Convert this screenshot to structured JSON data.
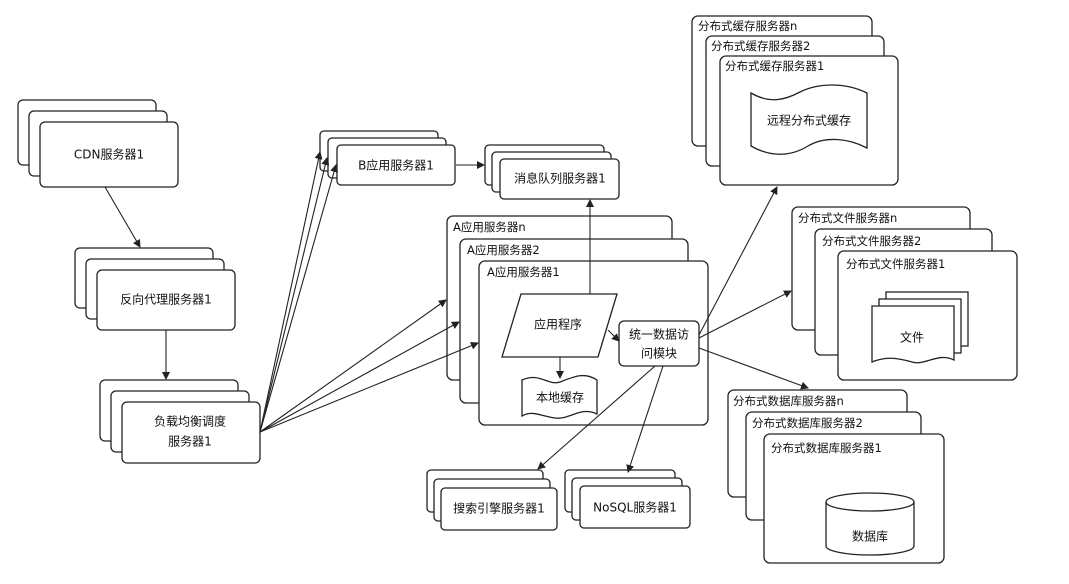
{
  "nodes": {
    "cdn": "CDN服务器1",
    "reverse_proxy": "反向代理服务器1",
    "load_balancer_line1": "负载均衡调度",
    "load_balancer_line2": "服务器1",
    "b_app": "B应用服务器1",
    "message_queue": "消息队列服务器1",
    "a_app_n": "A应用服务器n",
    "a_app_2": "A应用服务器2",
    "a_app_1": "A应用服务器1",
    "application": "应用程序",
    "local_cache": "本地缓存",
    "data_access_line1": "统一数据访",
    "data_access_line2": "问模块",
    "cache_n": "分布式缓存服务器n",
    "cache_2": "分布式缓存服务器2",
    "cache_1": "分布式缓存服务器1",
    "remote_cache": "远程分布式缓存",
    "file_n": "分布式文件服务器n",
    "file_2": "分布式文件服务器2",
    "file_1": "分布式文件服务器1",
    "file": "文件",
    "db_n": "分布式数据库服务器n",
    "db_2": "分布式数据库服务器2",
    "db_1": "分布式数据库服务器1",
    "database": "数据库",
    "search": "搜索引擎服务器1",
    "nosql": "NoSQL服务器1"
  }
}
